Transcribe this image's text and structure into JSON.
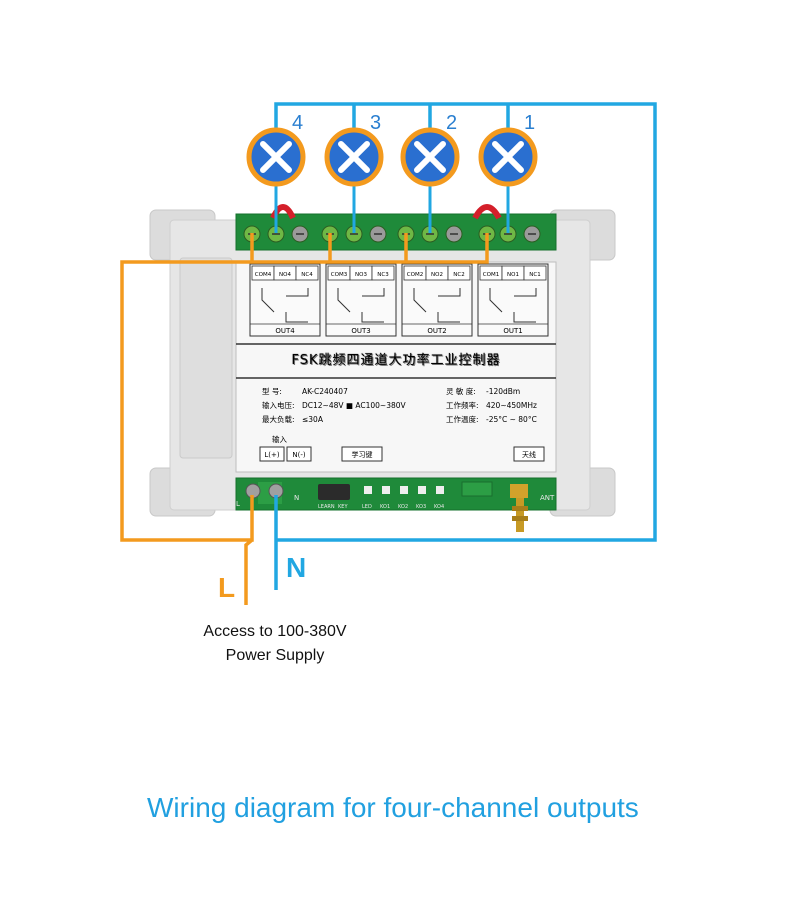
{
  "channels": [
    {
      "number": "4",
      "out": "OUT4",
      "pins": [
        "COM4",
        "NO4",
        "NC4"
      ]
    },
    {
      "number": "3",
      "out": "OUT3",
      "pins": [
        "COM3",
        "NO3",
        "NC3"
      ]
    },
    {
      "number": "2",
      "out": "OUT2",
      "pins": [
        "COM2",
        "NO2",
        "NC2"
      ]
    },
    {
      "number": "1",
      "out": "OUT1",
      "pins": [
        "COM1",
        "NO1",
        "NC1"
      ]
    }
  ],
  "device": {
    "title": "FSK跳频四通道大功率工业控制器",
    "model_label": "型    号:",
    "model_value": "AK-C240407",
    "input_voltage_label": "输入电压:",
    "input_voltage_value": "DC12~48V ■ AC100~380V",
    "max_load_label": "最大负载:",
    "max_load_value": "≤30A",
    "sensitivity_label": "灵 敏 度:",
    "sensitivity_value": "-120dBm",
    "frequency_label": "工作频率:",
    "frequency_value": "420~450MHz",
    "temperature_label": "工作温度:",
    "temperature_value": "-25°C ~ 80°C",
    "input_label": "输入",
    "l_button": "L(+)",
    "n_button": "N(-)",
    "learn_button": "学习键",
    "antenna_button": "天线",
    "bottom_labels": [
      "L",
      "N",
      "LEARN",
      "KEY",
      "LED",
      "KO1",
      "KO2",
      "KO3",
      "KO4",
      "ANT"
    ]
  },
  "wires": {
    "live_label": "L",
    "neutral_label": "N"
  },
  "colors": {
    "live": "#f39a1e",
    "neutral": "#21a7e2",
    "lamp": "#2a6fd0",
    "lamp_ring": "#f39a1e",
    "terminal": "#6fb845"
  },
  "note_line1": "Access to 100-380V",
  "note_line2": "Power Supply",
  "caption": "Wiring diagram for four-channel outputs"
}
